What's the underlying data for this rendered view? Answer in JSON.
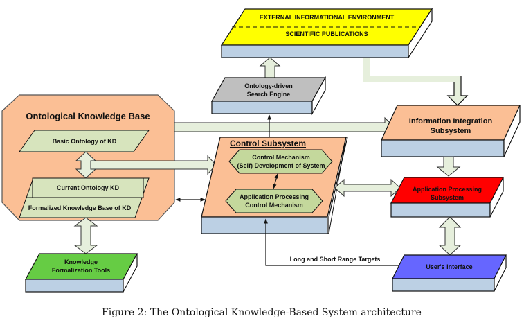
{
  "figure": {
    "caption": "Figure 2: The Ontological Knowledge-Based System architecture"
  },
  "colors": {
    "yellow": "#ffff00",
    "gray": "#bfbfbf",
    "peach": "#fbbf95",
    "red": "#ff0000",
    "green": "#66cc44",
    "blue": "#6666ff",
    "light_green": "#d7e4bd",
    "hex_green": "#c4d89c",
    "box_side": "#bcd0e4",
    "arrow_fill": "#e6efdc"
  },
  "nodes": {
    "external_env": {
      "line1": "EXTERNAL INFORMATIONAL ENVIRONMENT",
      "line2": "SCIENTIFIC PUBLICATIONS"
    },
    "search_engine": {
      "line1": "Ontology-driven",
      "line2": "Search Engine"
    },
    "okb": {
      "title": "Ontological Knowledge Base",
      "basic": "Basic Ontology of KD",
      "current": "Current Ontology KD",
      "formalized": "Formalized Knowledge Base of KD"
    },
    "control": {
      "title": "Control Subsystem",
      "mech1_line1": "Control Mechanism",
      "mech1_line2": "(Self) Development of  System",
      "mech2_line1": "Application Processing",
      "mech2_line2": "Control Mechanism"
    },
    "integration": {
      "line1": "Information Integration",
      "line2": "Subsystem"
    },
    "app_processing": {
      "line1": "Application Processing",
      "line2": "Subsystem"
    },
    "tools": {
      "line1": "Knowledge",
      "line2": "Formalization Tools"
    },
    "ui": {
      "label": "User's Interface"
    }
  },
  "edges": {
    "targets_label": "Long and Short Range Targets"
  }
}
